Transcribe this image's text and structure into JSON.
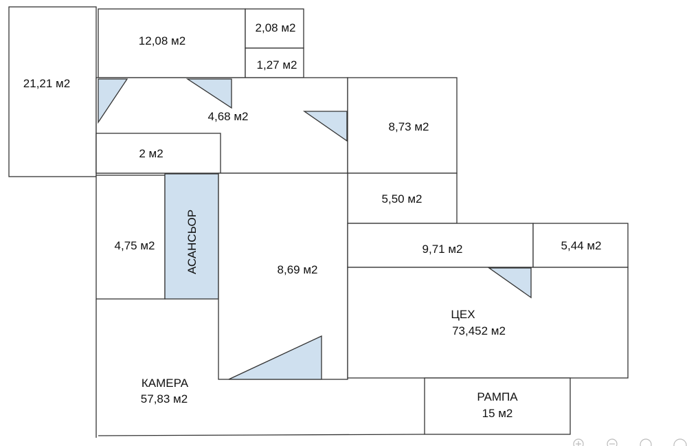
{
  "rooms": {
    "r1": "21,21 м2",
    "r2": "12,08 м2",
    "r3": "2,08 м2",
    "r4": "1,27 м2",
    "r5": "4,68 м2",
    "r6": "2 м2",
    "r7": "8,73 м2",
    "r8": "5,50 м2",
    "r9": "4,75 м2",
    "elevator": "АСАНСЬОР",
    "r10": "8,69 м2",
    "r11": "9,71 м2",
    "r12": "5,44 м2",
    "workshop_name": "ЦЕХ",
    "workshop_area": "73,452 м2",
    "chamber_name": "КАМЕРА",
    "chamber_area": "57,83 м2",
    "ramp_name": "РАМПА",
    "ramp_area": "15 м2"
  },
  "colors": {
    "door_fill": "#cfe0ef",
    "wall": "#333333"
  },
  "controls": [
    "zoom-in-icon",
    "zoom-out-icon",
    "reset-icon",
    "rotate-icon"
  ]
}
